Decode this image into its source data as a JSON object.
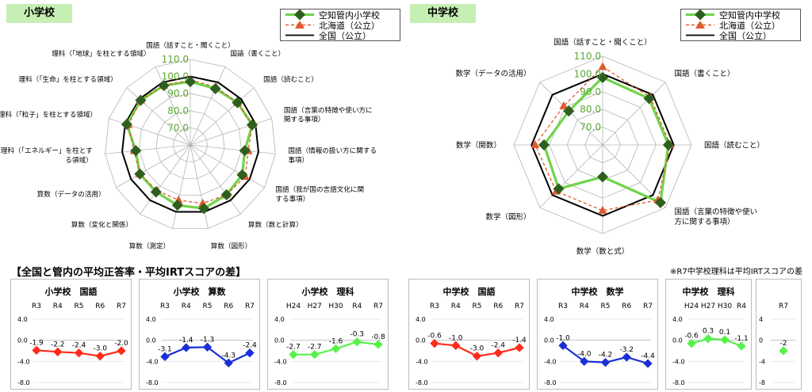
{
  "elementary_tag": "小学校",
  "junior_tag": "中学校",
  "legend_elem": [
    "空知管内小学校",
    "北海道（公立）",
    "全国（公立）"
  ],
  "legend_jr": [
    "空知管内中学校",
    "北海道（公立）",
    "全国（公立）"
  ],
  "colors": {
    "green": "#6fd44a",
    "darkgreen": "#2f5f1f",
    "orange": "#e05a2b",
    "red": "#ff2a1a",
    "blue": "#1a2fd6",
    "lightgreen": "#55f24a",
    "tag": "#c6efb4"
  },
  "section_title": "【全国と管内の平均正答率・平均IRTスコアの差】",
  "note": "※R7中学校理科は平均IRTスコアの差",
  "chart_data": [
    {
      "type": "radar",
      "name": "elementary",
      "axes": [
        "国語（話すこと・聞くこと）",
        "国語（書くこと）",
        "国語（読むこと）",
        "国語（言葉の特徴や使い方に関する事項）",
        "国語（情報の扱い方に関する事項）",
        "国語（我が国の言語文化に関する事項）",
        "算数（数と計算）",
        "算数（図形）",
        "算数（測定）",
        "算数（変化と関係）",
        "算数（データの活用）",
        "理科（「エネルギー」を柱とする領域）",
        "理科（「粒子」を柱とする領域）",
        "理科（「生命」を柱とする領域）",
        "理科（「地球」を柱とする領域）"
      ],
      "rings": [
        "70.0",
        "80.0",
        "90.0",
        "100.0",
        "110.0"
      ],
      "range": [
        60,
        110
      ],
      "series": [
        {
          "name": "空知管内小学校",
          "values": [
            97,
            96,
            97,
            98,
            92,
            95,
            96,
            98,
            96,
            94,
            94,
            92,
            99,
            99,
            98
          ]
        },
        {
          "name": "北海道（公立）",
          "values": [
            98,
            97,
            97,
            98,
            94,
            97,
            96,
            95,
            93,
            93,
            94,
            93,
            98,
            99,
            98
          ]
        },
        {
          "name": "全国（公立）",
          "values": [
            100,
            100,
            100,
            100,
            100,
            100,
            100,
            100,
            100,
            100,
            100,
            100,
            100,
            100,
            100
          ]
        }
      ]
    },
    {
      "type": "radar",
      "name": "junior",
      "axes": [
        "国語（話すこと・聞くこと）",
        "国語（書くこと）",
        "国語（読むこと）",
        "国語（言葉の特徴や使い方に関する事項）",
        "数学（数と式）",
        "数学（図形）",
        "数学（関数）",
        "数学（データの活用）"
      ],
      "rings": [
        "70.0",
        "80.0",
        "90.0",
        "100.0",
        "110.0"
      ],
      "range": [
        60,
        110
      ],
      "series": [
        {
          "name": "空知管内中学校",
          "values": [
            98,
            97,
            97,
            106,
            78,
            95,
            93,
            87
          ]
        },
        {
          "name": "北海道（公立）",
          "values": [
            104,
            98,
            98,
            104,
            97,
            97,
            98,
            91
          ]
        },
        {
          "name": "全国（公立）",
          "values": [
            100,
            100,
            100,
            100,
            100,
            100,
            100,
            100
          ]
        }
      ]
    },
    {
      "type": "line",
      "title": "小学校　国語",
      "categories": [
        "R3",
        "R4",
        "R5",
        "R6",
        "R7"
      ],
      "values": [
        -1.9,
        -2.2,
        -2.4,
        -3.0,
        -2.0
      ],
      "labels": [
        "-1.9",
        "-2.2",
        "-2.4",
        "-3.0",
        "-2.0"
      ],
      "color": "#ff2a1a",
      "yticks": [
        "4.0",
        "0.0",
        "-4.0",
        "-8.0"
      ],
      "ylim": [
        -8,
        4
      ]
    },
    {
      "type": "line",
      "title": "小学校　算数",
      "categories": [
        "R3",
        "R4",
        "R5",
        "R6",
        "R7"
      ],
      "values": [
        -3.1,
        -1.4,
        -1.3,
        -4.3,
        -2.4
      ],
      "labels": [
        "-3.1",
        "-1.4",
        "-1.3",
        "-4.3",
        "-2.4"
      ],
      "color": "#1a2fd6",
      "yticks": [
        "4.0",
        "0.0",
        "-4.0",
        "-8.0"
      ],
      "ylim": [
        -8,
        4
      ]
    },
    {
      "type": "line",
      "title": "小学校　理科",
      "categories": [
        "H24",
        "H27",
        "H30",
        "R4",
        "R7"
      ],
      "values": [
        -2.7,
        -2.7,
        -1.6,
        -0.3,
        -0.8
      ],
      "labels": [
        "-2.7",
        "-2.7",
        "-1.6",
        "-0.3",
        "-0.8"
      ],
      "color": "#55f24a",
      "yticks": [
        "4.0",
        "0.0",
        "-4.0",
        "-8.0"
      ],
      "ylim": [
        -8,
        4
      ]
    },
    {
      "type": "line",
      "title": "中学校　国語",
      "categories": [
        "R3",
        "R4",
        "R5",
        "R6",
        "R7"
      ],
      "values": [
        -0.6,
        -1.0,
        -3.0,
        -2.4,
        -1.4
      ],
      "labels": [
        "-0.6",
        "-1.0",
        "-3.0",
        "-2.4",
        "-1.4"
      ],
      "color": "#ff2a1a",
      "yticks": [
        "4.0",
        "0.0",
        "-4.0",
        "-8.0"
      ],
      "ylim": [
        -8,
        4
      ]
    },
    {
      "type": "line",
      "title": "中学校　数学",
      "categories": [
        "R3",
        "R4",
        "R5",
        "R6",
        "R7"
      ],
      "values": [
        -1.0,
        -4.0,
        -4.2,
        -3.2,
        -4.4
      ],
      "labels": [
        "-1.0",
        "-4.0",
        "-4.2",
        "-3.2",
        "-4.4"
      ],
      "color": "#1a2fd6",
      "yticks": [
        "4.0",
        "0.0",
        "-4.0",
        "-8.0"
      ],
      "ylim": [
        -8,
        4
      ]
    },
    {
      "type": "line",
      "title": "中学校　理科",
      "categories": [
        "H24",
        "H27",
        "H30",
        "R4"
      ],
      "values": [
        -0.6,
        0.3,
        0.1,
        -1.1
      ],
      "labels": [
        "-0.6",
        "0.3",
        "0.1",
        "-1.1"
      ],
      "color": "#55f24a",
      "yticks": [
        "4.0",
        "0.0",
        "-4.0",
        "-8.0"
      ],
      "ylim": [
        -8,
        4
      ]
    },
    {
      "type": "scatter",
      "title": "",
      "categories": [
        "R7"
      ],
      "values": [
        -2
      ],
      "labels": [
        "-2"
      ],
      "color": "#55f24a",
      "yticks": [
        "4",
        "0",
        "-4",
        "-8"
      ],
      "ylim": [
        -8,
        4
      ]
    }
  ]
}
